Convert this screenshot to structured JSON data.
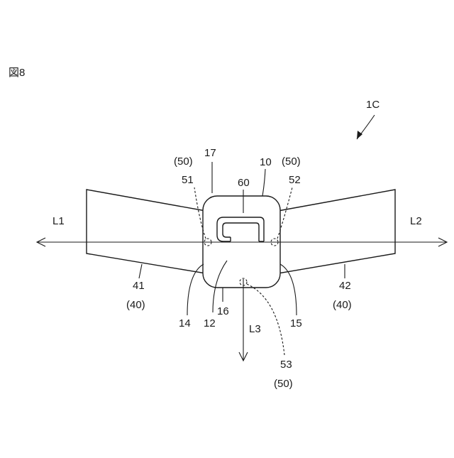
{
  "figure": {
    "label": "図8"
  },
  "labels": {
    "device": "1C",
    "l1": "L1",
    "l2": "L2",
    "l3": "L3",
    "n10": "10",
    "n12": "12",
    "n14": "14",
    "n15": "15",
    "n16": "16",
    "n17": "17",
    "n41": "41",
    "n42": "42",
    "n51": "51",
    "n52": "52",
    "n53": "53",
    "n60": "60",
    "group40_left": "(40)",
    "group40_right": "(40)",
    "group50_left": "(50)",
    "group50_right": "(50)",
    "group50_bottom": "(50)"
  }
}
